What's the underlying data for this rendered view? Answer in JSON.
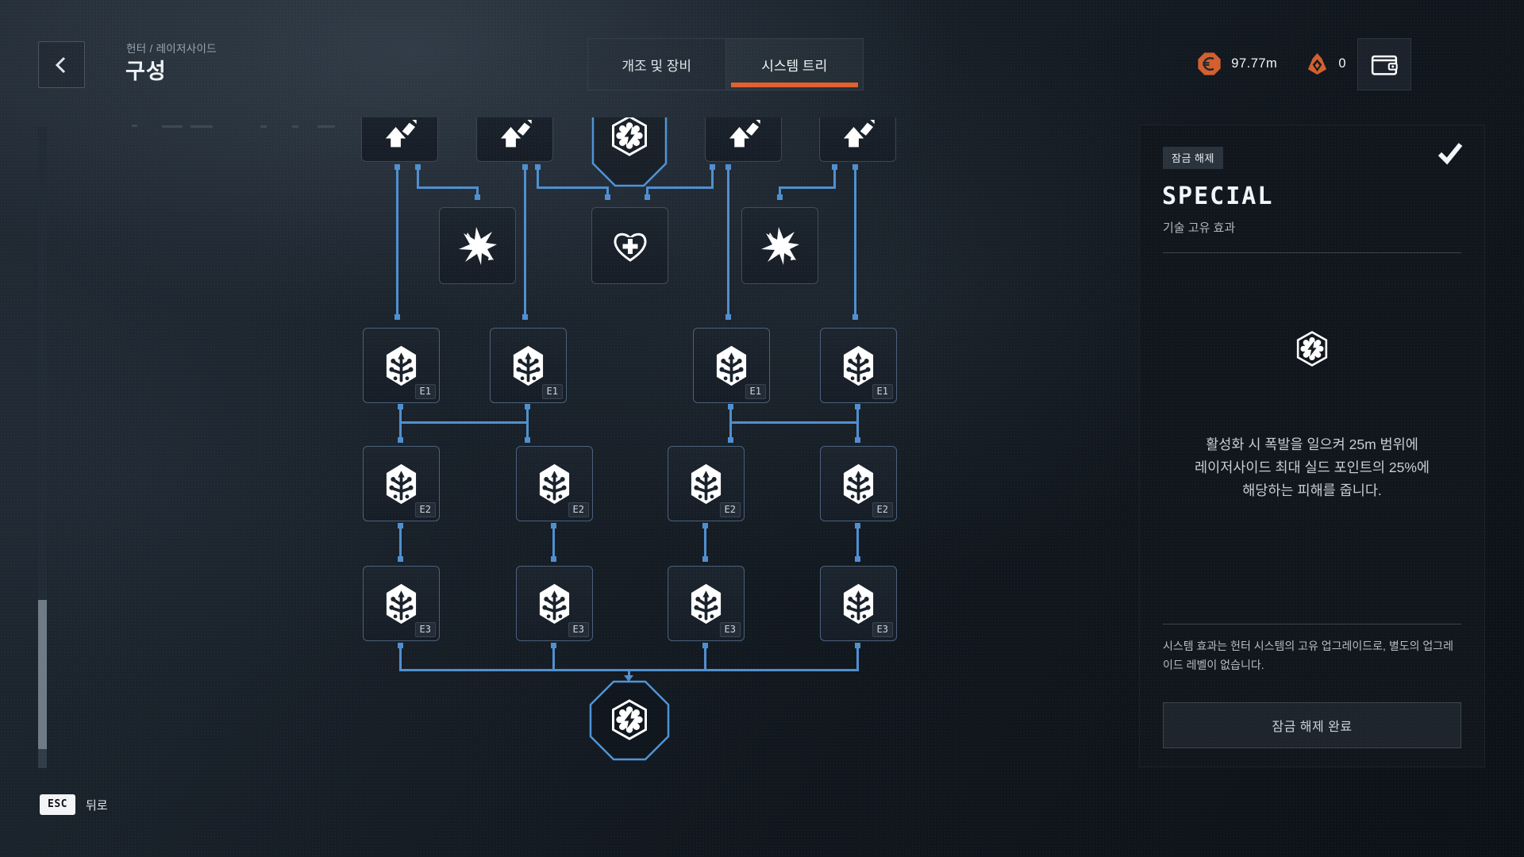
{
  "header": {
    "breadcrumb": "헌터 / 레이저사이드",
    "title": "구성",
    "tabs": [
      {
        "label": "개조 및 장비"
      },
      {
        "label": "시스템 트리"
      }
    ],
    "currency": {
      "credits": "97.77m",
      "hunter_marks": "0"
    }
  },
  "tree": {
    "level_labels": {
      "e1": "E1",
      "e2": "E2",
      "e3": "E3"
    }
  },
  "panel": {
    "status_badge": "잠금 해제",
    "title": "SPECIAL",
    "subtitle": "기술 고유 효과",
    "description": {
      "line1": "활성화 시 폭발을 일으켜 25m 범위에",
      "line2": "레이저사이드 최대 실드 포인트의 25%에",
      "line3": "해당하는 피해를 줍니다."
    },
    "footnote": "시스템 효과는 헌터 시스템의 고유 업그레이드로, 별도의 업그레이드 레벨이 없습니다.",
    "action_button": "잠금 해제 완료"
  },
  "hints": {
    "esc_key": "ESC",
    "back_label": "뒤로"
  },
  "colors": {
    "accent_orange": "#e0602f",
    "line_blue": "#4f8fcf"
  }
}
